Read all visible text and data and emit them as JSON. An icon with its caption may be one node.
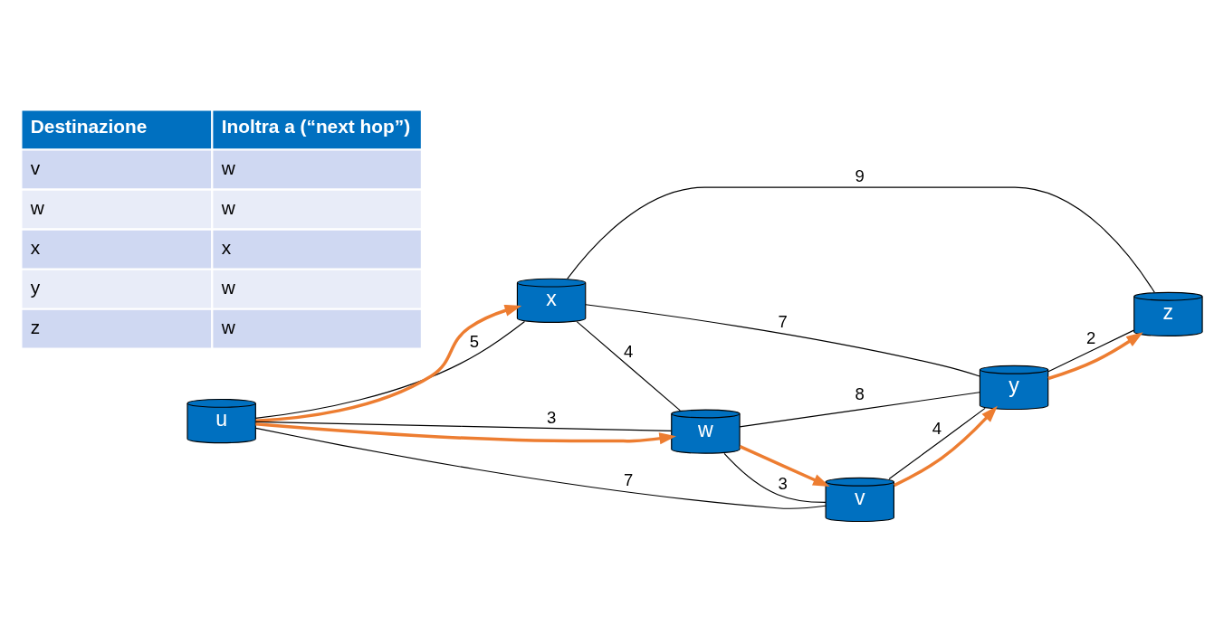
{
  "diagram": {
    "nodes": [
      {
        "text": [
          "x"
        ]
      },
      {
        "text": [
          "u"
        ]
      },
      {
        "text": [
          "w"
        ]
      },
      {
        "text": [
          "y"
        ]
      },
      {
        "text": [
          "z"
        ]
      },
      {
        "text": [
          "v"
        ]
      }
    ],
    "edges": [
      {
        "from": 1,
        "to": 0,
        "arrow": "none",
        "label": "5"
      },
      {
        "from": 1,
        "to": 2,
        "arrow": "none",
        "label": "3"
      },
      {
        "from": 1,
        "to": 5,
        "arrow": "none",
        "label": "7"
      },
      {
        "from": 0,
        "to": 2,
        "arrow": "none",
        "label": "4"
      },
      {
        "from": 0,
        "to": 3,
        "arrow": "none",
        "label": "7"
      },
      {
        "from": 0,
        "to": 4,
        "arrow": "none",
        "label": "9"
      },
      {
        "from": 2,
        "to": 3,
        "arrow": "none",
        "label": "8"
      },
      {
        "from": 2,
        "to": 5,
        "arrow": "none",
        "label": "3"
      },
      {
        "from": 5,
        "to": 3,
        "arrow": "none",
        "label": "4"
      },
      {
        "from": 3,
        "to": 4,
        "arrow": "none",
        "label": "2"
      },
      {
        "from": 1,
        "to": 0,
        "arrow": "to",
        "style": "thick",
        "color": "#ed7d31"
      },
      {
        "from": 1,
        "to": 2,
        "arrow": "to",
        "style": "thick",
        "color": "#ed7d31"
      },
      {
        "from": 2,
        "to": 5,
        "arrow": "to",
        "style": "thick",
        "color": "#ed7d31"
      },
      {
        "from": 5,
        "to": 3,
        "arrow": "to",
        "style": "thick",
        "color": "#ed7d31"
      },
      {
        "from": 3,
        "to": 4,
        "arrow": "to",
        "style": "thick",
        "color": "#ed7d31"
      }
    ],
    "labels": [
      "Destinazione",
      "Inoltra a (“next hop”)",
      "v",
      "w",
      "w",
      "w",
      "x",
      "x",
      "y",
      "w",
      "z",
      "w"
    ]
  }
}
